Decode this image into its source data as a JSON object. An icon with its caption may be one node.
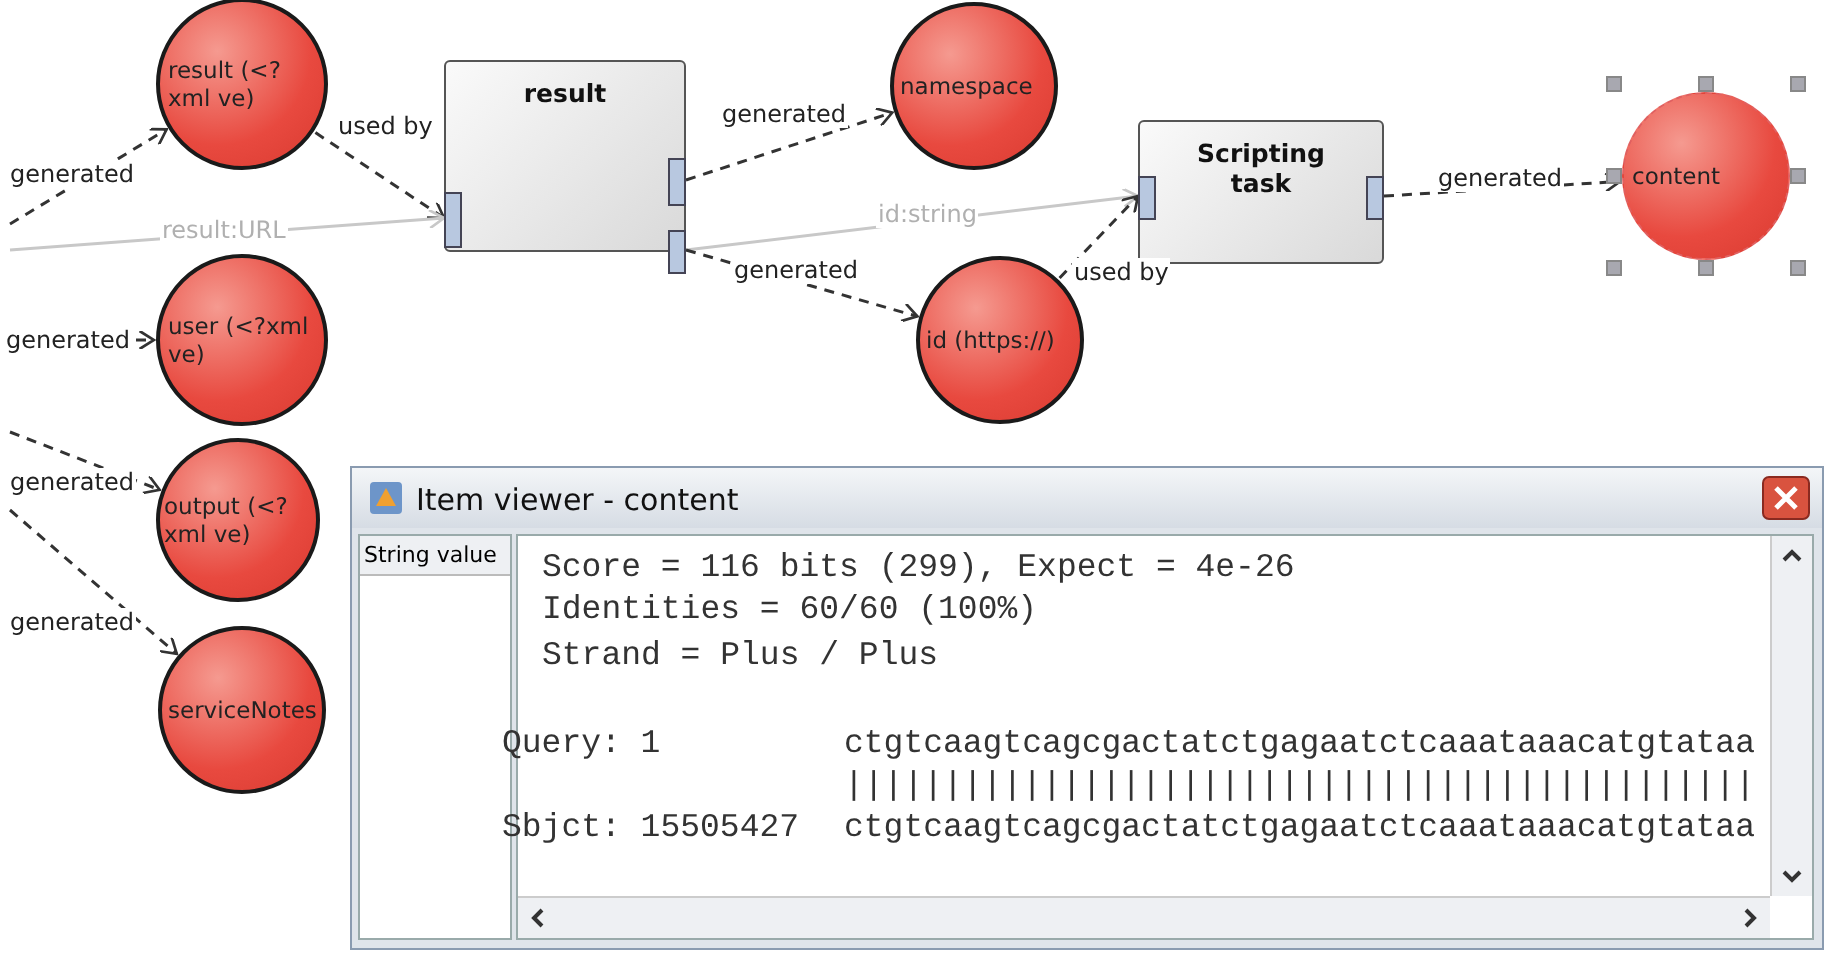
{
  "diagram": {
    "nodes": [
      {
        "text": [
          "result (<?xml ve)"
        ]
      },
      {
        "text": [
          "result"
        ]
      },
      {
        "text": [
          "namespace"
        ]
      },
      {
        "text": [
          "Scripting task"
        ]
      },
      {
        "text": [
          "content"
        ]
      },
      {
        "text": [
          "user (<?xml ve)"
        ]
      },
      {
        "text": [
          "id (https://)"
        ]
      },
      {
        "text": [
          "output (<?xml ve)"
        ]
      },
      {
        "text": [
          "serviceNotes"
        ]
      },
      {
        "text": [
          "Item viewer - content",
          "String value",
          "Score = 116 bits (299), Expect = 4e-26",
          "Identities = 60/60 (100%)",
          "Strand = Plus / Plus",
          "Query: 1",
          "ctgtcaagtcagcgactatctgagaatctcaaataaacatgtataa",
          "||||||||||||||||||||||||||||||||||||||||||||||",
          "Sbjct: 15505427",
          "ctgtcaagtcagcgactatctgagaatctcaaataaacatgtataa"
        ]
      }
    ],
    "edges": [
      {
        "from": null,
        "to": 0,
        "arrow": "to",
        "label": "generated",
        "style": "dashed"
      },
      {
        "from": 0,
        "to": 1,
        "arrow": "to",
        "label": "used by",
        "style": "dashed"
      },
      {
        "from": null,
        "to": 1,
        "arrow": "to",
        "label": "result:URL",
        "color": "#c8c8c8"
      },
      {
        "from": 1,
        "to": 2,
        "arrow": "to",
        "label": "generated",
        "style": "dashed"
      },
      {
        "from": 1,
        "to": 3,
        "arrow": "to",
        "label": "id:string",
        "color": "#c8c8c8"
      },
      {
        "from": 1,
        "to": 6,
        "arrow": "to",
        "label": "generated",
        "style": "dashed"
      },
      {
        "from": 6,
        "to": 3,
        "arrow": "to",
        "label": "used by",
        "style": "dashed"
      },
      {
        "from": 3,
        "to": 4,
        "arrow": "to",
        "label": "generated",
        "style": "dashed"
      },
      {
        "from": null,
        "to": 5,
        "arrow": "to",
        "label": "generated",
        "style": "dashed"
      },
      {
        "from": null,
        "to": 7,
        "arrow": "to",
        "label": "generated",
        "style": "dashed"
      },
      {
        "from": null,
        "to": 8,
        "arrow": "to",
        "label": "generated",
        "style": "dashed"
      }
    ]
  }
}
